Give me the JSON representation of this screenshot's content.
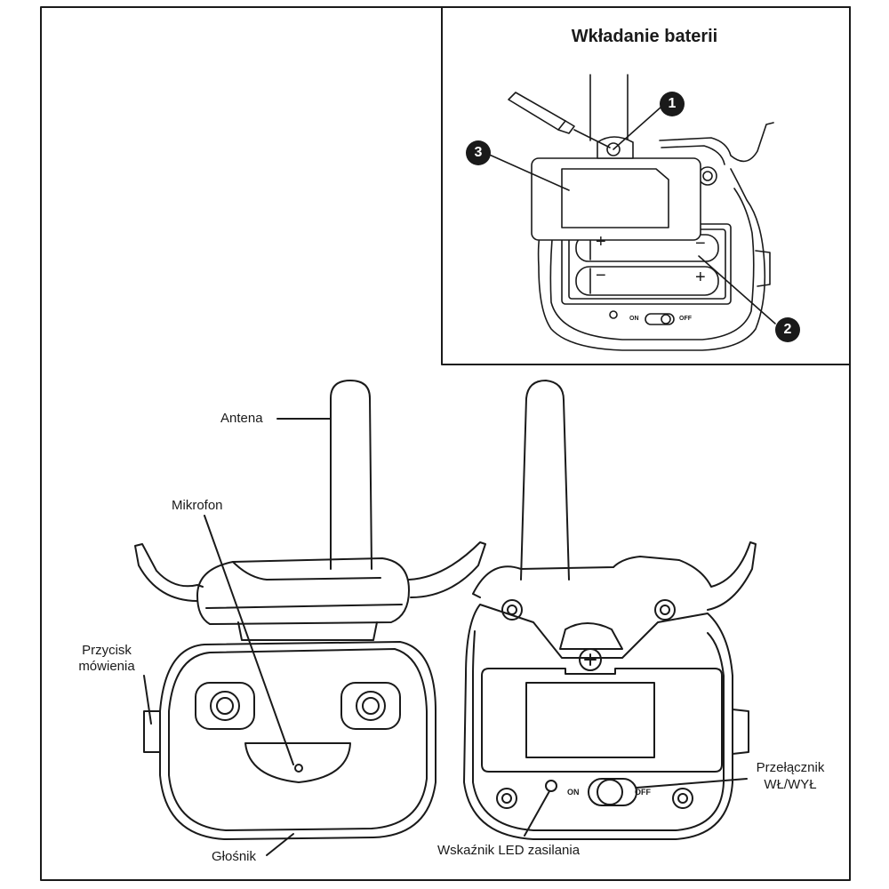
{
  "inset": {
    "title": "Wkładanie baterii",
    "markers": [
      "1",
      "2",
      "3"
    ],
    "battery_top": {
      "plus": "+",
      "minus": "−"
    },
    "battery_bottom": {
      "minus": "−",
      "plus": "+"
    },
    "switch_on": "ON",
    "switch_off": "OFF"
  },
  "front": {
    "antenna_label": "Antena",
    "mic_label": "Mikrofon",
    "talk_button_label_line1": "Przycisk",
    "talk_button_label_line2": "mówienia",
    "speaker_label": "Głośnik"
  },
  "back": {
    "switch_label_line1": "Przełącznik",
    "switch_label_line2": "WŁ/WYŁ",
    "led_label": "Wskaźnik LED zasilania",
    "switch_on": "ON",
    "switch_off": "OFF"
  }
}
